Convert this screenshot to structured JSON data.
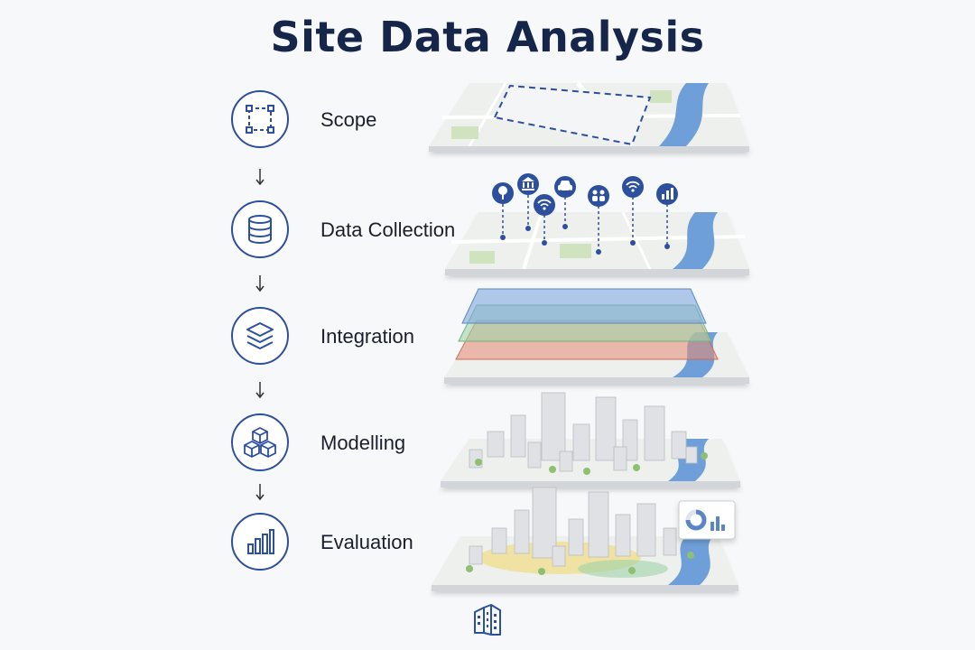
{
  "title": "Site Data Analysis",
  "steps": [
    {
      "label": "Scope",
      "icon": "dashed-selection-square-icon"
    },
    {
      "label": "Data Collection",
      "icon": "database-icon"
    },
    {
      "label": "Integration",
      "icon": "stacked-layers-icon"
    },
    {
      "label": "Modelling",
      "icon": "cubes-icon"
    },
    {
      "label": "Evaluation",
      "icon": "bar-chart-icon"
    }
  ],
  "pins": [
    "tree-icon",
    "bank-icon",
    "wifi-icon",
    "car-icon",
    "people-icon",
    "wifi-icon",
    "bar-chart-icon"
  ],
  "colors": {
    "title": "#16264a",
    "accent": "#2c4f9e",
    "water": "#6f9fd8",
    "park": "#cfe3bf",
    "road": "#ffffff",
    "layer_blue": "#7fa8e0",
    "layer_green": "#9fd4a8",
    "layer_red": "#e88a73",
    "heat_yellow": "#f2d04a"
  }
}
